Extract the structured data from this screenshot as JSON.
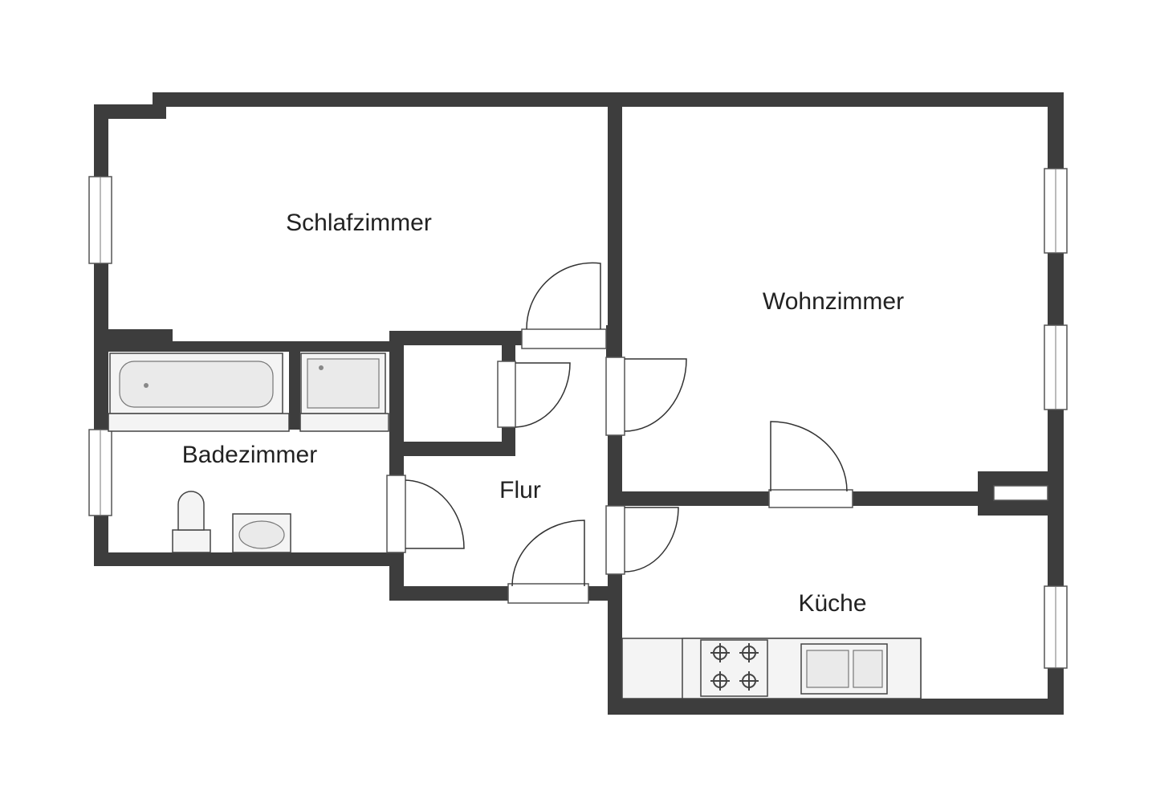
{
  "colors": {
    "wall": "#3d3d3d",
    "background": "#ffffff"
  },
  "rooms": {
    "schlafzimmer": "Schlafzimmer",
    "wohnzimmer": "Wohnzimmer",
    "badezimmer": "Badezimmer",
    "flur": "Flur",
    "kueche": "Küche"
  }
}
